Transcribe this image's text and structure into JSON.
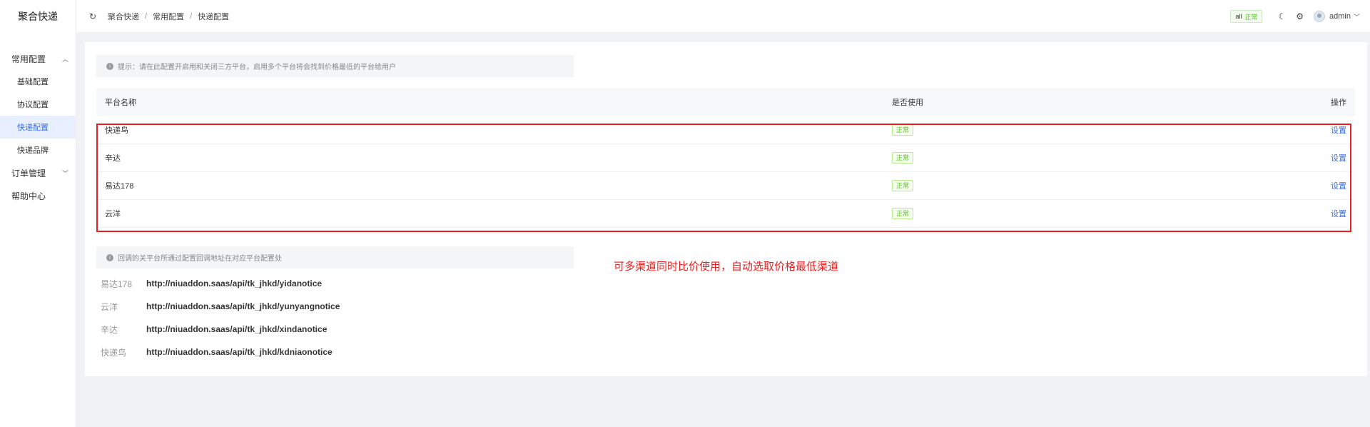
{
  "app": {
    "title": "聚合快递"
  },
  "sidebar": {
    "groups": [
      {
        "label": "常用配置",
        "chevron": "^",
        "items": [
          {
            "label": "基础配置"
          },
          {
            "label": "协议配置"
          },
          {
            "label": "快递配置"
          },
          {
            "label": "快递品牌"
          }
        ]
      },
      {
        "label": "订单管理",
        "chevron": "v"
      },
      {
        "label": "帮助中心"
      }
    ]
  },
  "header": {
    "breadcrumb": [
      "聚合快递",
      "常用配置",
      "快递配置"
    ],
    "status_pill": {
      "label": "all",
      "value": "正常"
    },
    "username": "admin"
  },
  "main": {
    "tip": "提示：请在此配置开启用和关闭三方平台，启用多个平台将会找到价格最低的平台给用户",
    "table": {
      "headers": [
        "平台名称",
        "是否使用",
        "操作"
      ],
      "rows": [
        {
          "name": "快递鸟",
          "status": "正常",
          "action": "设置"
        },
        {
          "name": "辛达",
          "status": "正常",
          "action": "设置"
        },
        {
          "name": "易达178",
          "status": "正常",
          "action": "设置"
        },
        {
          "name": "云洋",
          "status": "正常",
          "action": "设置"
        }
      ]
    },
    "annotation": "可多渠道同时比价使用，自动选取价格最低渠道",
    "callback_tip": "回调的关平台所通过配置回调地址在对应平台配置处",
    "callback_urls": [
      {
        "name": "易达178",
        "url": "http://niuaddon.saas/api/tk_jhkd/yidanotice"
      },
      {
        "name": "云洋",
        "url": "http://niuaddon.saas/api/tk_jhkd/yunyangnotice"
      },
      {
        "name": "辛达",
        "url": "http://niuaddon.saas/api/tk_jhkd/xindanotice"
      },
      {
        "name": "快递鸟",
        "url": "http://niuaddon.saas/api/tk_jhkd/kdniaonotice"
      }
    ]
  },
  "colors": {
    "accent": "#3b6fe0",
    "success": "#52c41a",
    "highlight": "#e82020"
  }
}
